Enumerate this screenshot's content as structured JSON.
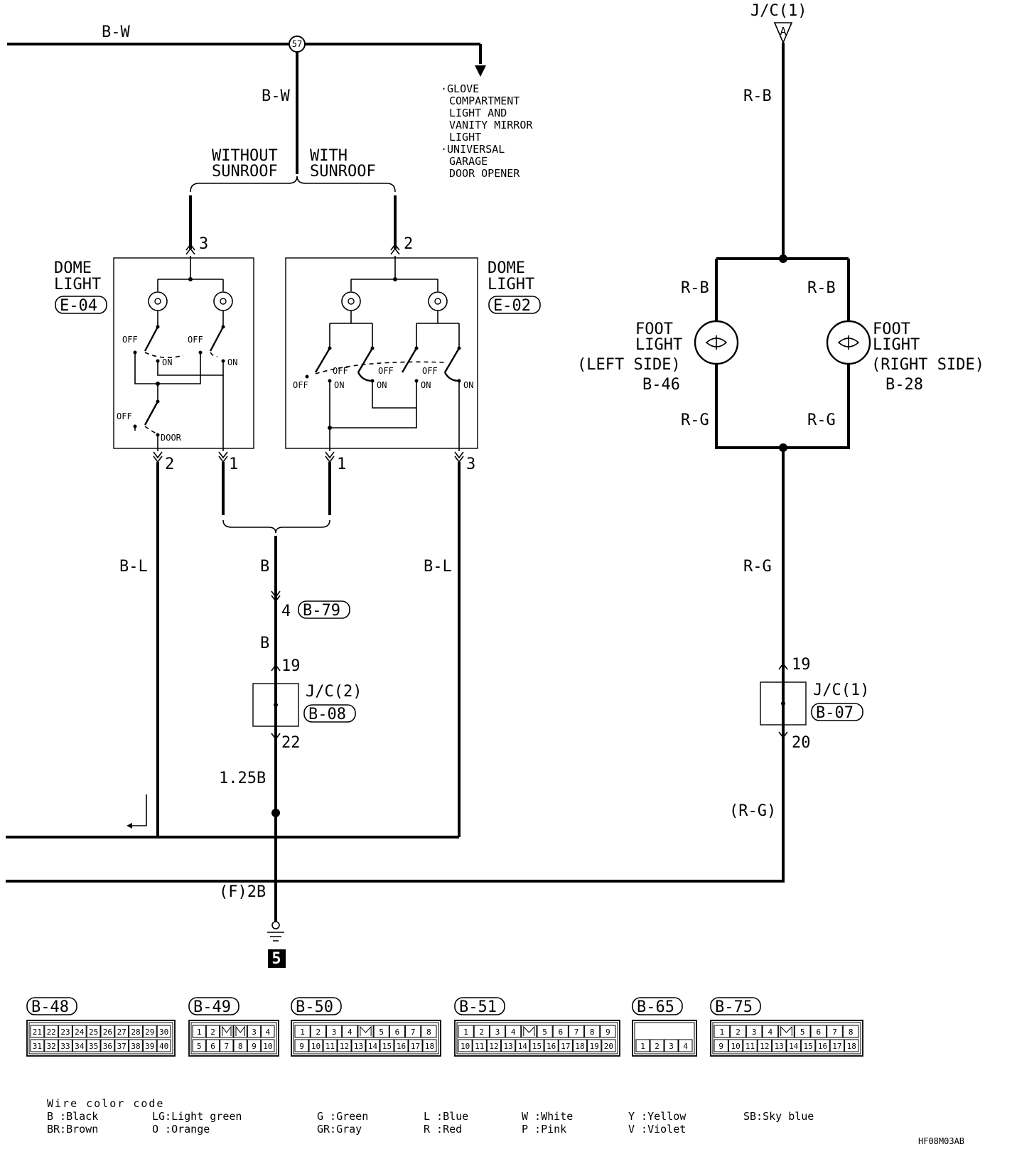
{
  "wires": {
    "top_bus": "B-W",
    "bw_drop": "B-W",
    "rb_top": "R-B",
    "rb_left": "R-B",
    "rb_right": "R-B",
    "rg_left": "R-G",
    "rg_right": "R-G",
    "rg_mid": "R-G",
    "rg_low": "(R-G)",
    "bl_left": "B-L",
    "bl_right": "B-L",
    "b_main": "B",
    "b_lower": "B",
    "w125b": "1.25B",
    "f2b": "(F)2B"
  },
  "splice": "57",
  "jc1_top": {
    "label": "J/C(1)",
    "tag": "A"
  },
  "branches": {
    "without_1": "WITHOUT",
    "without_2": "SUNROOF",
    "with_1": "WITH",
    "with_2": "SUNROOF"
  },
  "glove_note": [
    "·GLOVE",
    "COMPARTMENT",
    "LIGHT AND",
    "VANITY MIRROR",
    "LIGHT",
    "·UNIVERSAL",
    "GARAGE",
    "DOOR OPENER"
  ],
  "dome_left": {
    "title1": "DOME",
    "title2": "LIGHT",
    "code": "E-04",
    "pin_top": "3",
    "pin_bl": "2",
    "pin_br": "1",
    "off1": "OFF",
    "off2": "OFF",
    "off3": "OFF",
    "on1": "ON",
    "on2": "ON",
    "door": "DOOR"
  },
  "dome_right": {
    "title1": "DOME",
    "title2": "LIGHT",
    "code": "E-02",
    "pin_top": "2",
    "pin_bl": "1",
    "pin_br": "3",
    "off1": "OFF",
    "off2": "OFF",
    "off3": "OFF",
    "off4": "OFF",
    "on1": "ON",
    "on2": "ON",
    "on3": "ON",
    "on4": "ON"
  },
  "foot_left": {
    "line1": "FOOT",
    "line2": "LIGHT",
    "side": "(LEFT SIDE)",
    "code": "B-46"
  },
  "foot_right": {
    "line1": "FOOT",
    "line2": "LIGHT",
    "side": "(RIGHT SIDE)",
    "code": "B-28"
  },
  "b79": {
    "pin": "4",
    "code": "B-79"
  },
  "jc2": {
    "label": "J/C(2)",
    "code": "B-08",
    "pin_in": "19",
    "pin_out": "22"
  },
  "jc1": {
    "label": "J/C(1)",
    "code": "B-07",
    "pin_in": "19",
    "pin_out": "20"
  },
  "ground": "5",
  "connectors": {
    "b48": {
      "code": "B-48",
      "row1": [
        "21",
        "22",
        "23",
        "24",
        "25",
        "26",
        "27",
        "28",
        "29",
        "30"
      ],
      "row2": [
        "31",
        "32",
        "33",
        "34",
        "35",
        "36",
        "37",
        "38",
        "39",
        "40"
      ]
    },
    "b49": {
      "code": "B-49",
      "row1": [
        "1",
        "2",
        "",
        "",
        "3",
        "4"
      ],
      "row2": [
        "5",
        "6",
        "7",
        "8",
        "9",
        "10"
      ]
    },
    "b50": {
      "code": "B-50",
      "row1": [
        "1",
        "2",
        "3",
        "4",
        "",
        "5",
        "6",
        "7",
        "8"
      ],
      "row2": [
        "9",
        "10",
        "11",
        "12",
        "13",
        "14",
        "15",
        "16",
        "17",
        "18"
      ]
    },
    "b51": {
      "code": "B-51",
      "row1": [
        "1",
        "2",
        "3",
        "4",
        "",
        "5",
        "6",
        "7",
        "8",
        "9"
      ],
      "row2": [
        "10",
        "11",
        "12",
        "13",
        "14",
        "15",
        "16",
        "17",
        "18",
        "19",
        "20"
      ]
    },
    "b65": {
      "code": "B-65",
      "row2": [
        "1",
        "2",
        "3",
        "4"
      ]
    },
    "b75": {
      "code": "B-75",
      "row1": [
        "1",
        "2",
        "3",
        "4",
        "",
        "5",
        "6",
        "7",
        "8"
      ],
      "row2": [
        "9",
        "10",
        "11",
        "12",
        "13",
        "14",
        "15",
        "16",
        "17",
        "18"
      ]
    }
  },
  "legend": {
    "title": "Wire color code",
    "c1a": "B :Black",
    "c1b": "BR:Brown",
    "c2a": "LG:Light green",
    "c2b": "O :Orange",
    "c3a": "G :Green",
    "c3b": "GR:Gray",
    "c4a": "L :Blue",
    "c4b": "R :Red",
    "c5a": "W :White",
    "c5b": "P :Pink",
    "c6a": "Y :Yellow",
    "c6b": "V :Violet",
    "c7a": "SB:Sky blue"
  },
  "figure_code": "HF08M03AB"
}
